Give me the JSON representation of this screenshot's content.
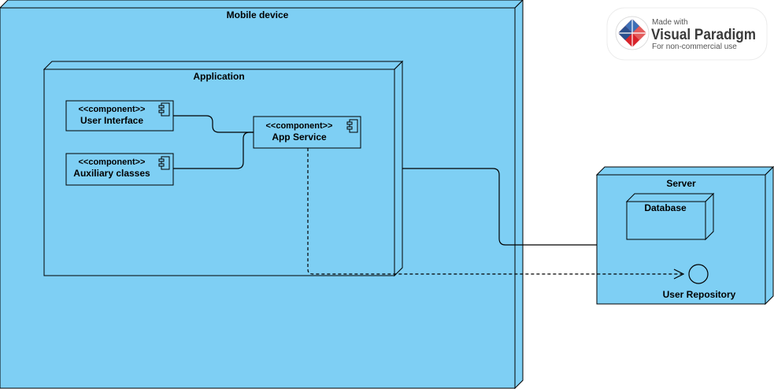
{
  "nodes": {
    "mobile": {
      "label": "Mobile device"
    },
    "application": {
      "label": "Application"
    },
    "server": {
      "label": "Server"
    },
    "database": {
      "label": "Database"
    }
  },
  "components": {
    "user_interface": {
      "stereotype": "<<component>>",
      "name": "User Interface"
    },
    "auxiliary": {
      "stereotype": "<<component>>",
      "name": "Auxiliary classes"
    },
    "app_service": {
      "stereotype": "<<component>>",
      "name": "App Service"
    }
  },
  "interface": {
    "name": "User Repository"
  },
  "watermark": {
    "line1": "Made with",
    "line2": "Visual Paradigm",
    "line3": "For non-commercial use"
  },
  "colors": {
    "node": "#7ECFF4",
    "stroke": "#000000"
  }
}
